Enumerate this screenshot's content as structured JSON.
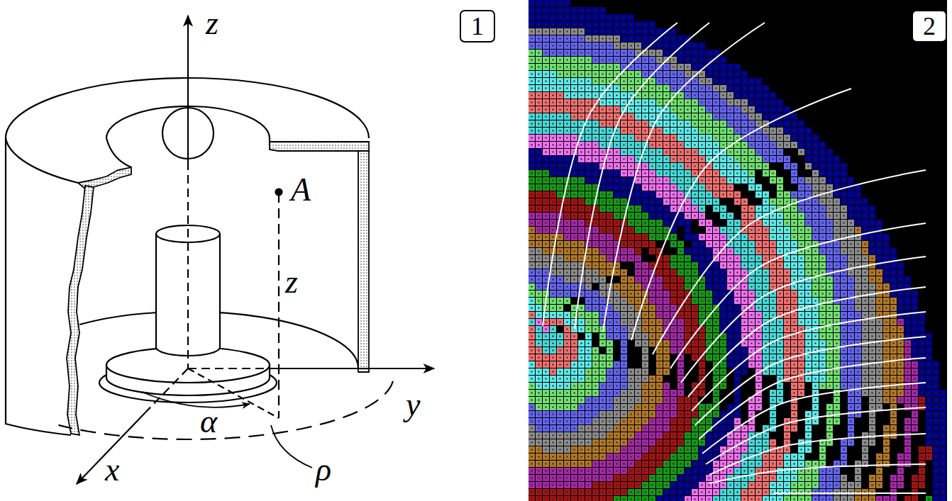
{
  "diagram": {
    "nodes": [
      {
        "text": [
          "1"
        ]
      },
      {
        "text": [
          "2"
        ]
      }
    ],
    "labels": [
      "z",
      "A",
      "z",
      "y",
      "x",
      "α",
      "ρ"
    ]
  }
}
